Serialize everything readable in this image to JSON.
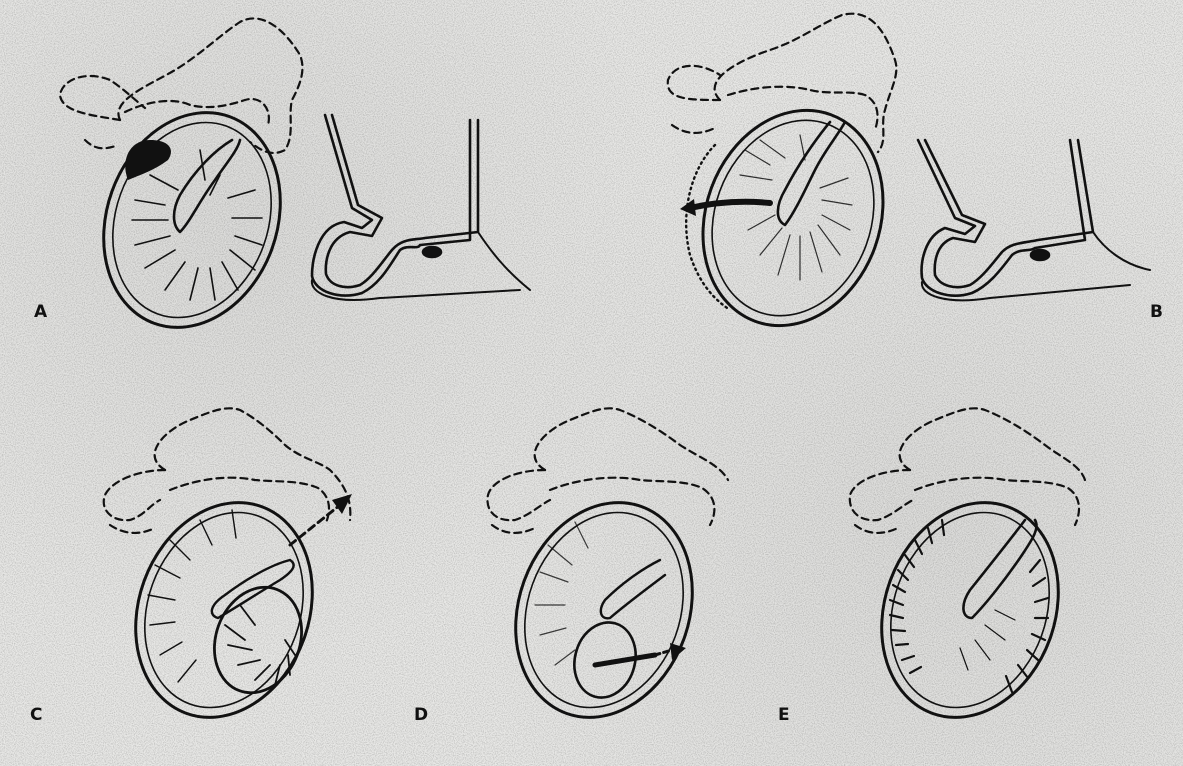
{
  "panels": [
    {
      "label": "A",
      "view": "with-side-section"
    },
    {
      "label": "B",
      "view": "with-side-section"
    },
    {
      "label": "C",
      "view": "eardrum-only"
    },
    {
      "label": "D",
      "view": "eardrum-only"
    },
    {
      "label": "E",
      "view": "eardrum-only"
    }
  ],
  "colors": {
    "background": "#e8e8e6",
    "ink": "#111111"
  }
}
